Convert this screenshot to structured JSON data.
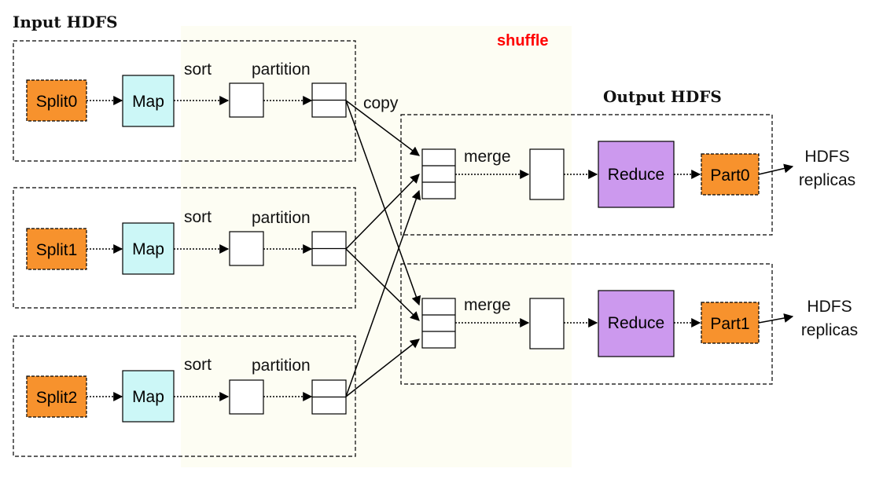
{
  "titles": {
    "input_hdfs": "Input HDFS",
    "output_hdfs": "Output HDFS",
    "shuffle": "shuffle"
  },
  "labels": {
    "sort": "sort",
    "partition": "partition",
    "copy": "copy",
    "merge": "merge",
    "map": "Map",
    "reduce": "Reduce",
    "hdfs": "HDFS",
    "replicas": "replicas"
  },
  "splits": [
    "Split0",
    "Split1",
    "Split2"
  ],
  "parts": [
    "Part0",
    "Part1"
  ],
  "colors": {
    "split_fill": "#f7922d",
    "map_fill": "#ccf7f7",
    "reduce_fill": "#cc99ee",
    "part_fill": "#f7922d",
    "shuffle_band": "#fdfdf3",
    "shuffle_text": "#ff0000"
  }
}
